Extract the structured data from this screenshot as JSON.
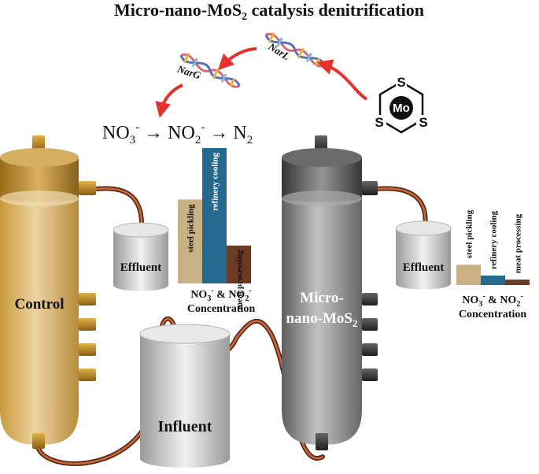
{
  "title": {
    "main": "Micro-nano-MoS",
    "sub": "2",
    "tail": " catalysis denitrification"
  },
  "genes": {
    "narg": "NarG",
    "narl": "NarL"
  },
  "reaction": {
    "a": "NO",
    "a_sub": "3",
    "a_sup": "-",
    "arrow": "→",
    "b": "NO",
    "b_sub": "2",
    "b_sup": "-",
    "c": "N",
    "c_sub": "2"
  },
  "molecule": {
    "center": "Mo",
    "s1": "S",
    "s2": "S",
    "s3": "S"
  },
  "control_reactor": {
    "label": "Control",
    "effluent": "Effluent"
  },
  "mos2_reactor": {
    "label_line1": "Micro-",
    "label_line2": "nano-MoS",
    "label_sub": "2",
    "effluent": "Effluent"
  },
  "influent": "Influent",
  "chart_caption": {
    "line1_a": "NO",
    "line1_a_sub": "3",
    "line1_a_sup": "-",
    "line1_mid": " & NO",
    "line1_b_sub": "2",
    "line1_b_sup": "-",
    "line2": "Concentration"
  },
  "chart_data": [
    {
      "type": "bar",
      "categories": [
        "steel pickling",
        "refinery cooling",
        "meat processing"
      ],
      "values": [
        62,
        100,
        28
      ],
      "ylim": [
        0,
        100
      ],
      "colors": [
        "#c9b185",
        "#236a8e",
        "#6b3a22"
      ]
    },
    {
      "type": "bar",
      "categories": [
        "steel pickling",
        "refinery cooling",
        "meat processing"
      ],
      "values": [
        15,
        7,
        4
      ],
      "ylim": [
        0,
        100
      ],
      "colors": [
        "#c9b185",
        "#236a8e",
        "#6b3a22"
      ]
    }
  ]
}
